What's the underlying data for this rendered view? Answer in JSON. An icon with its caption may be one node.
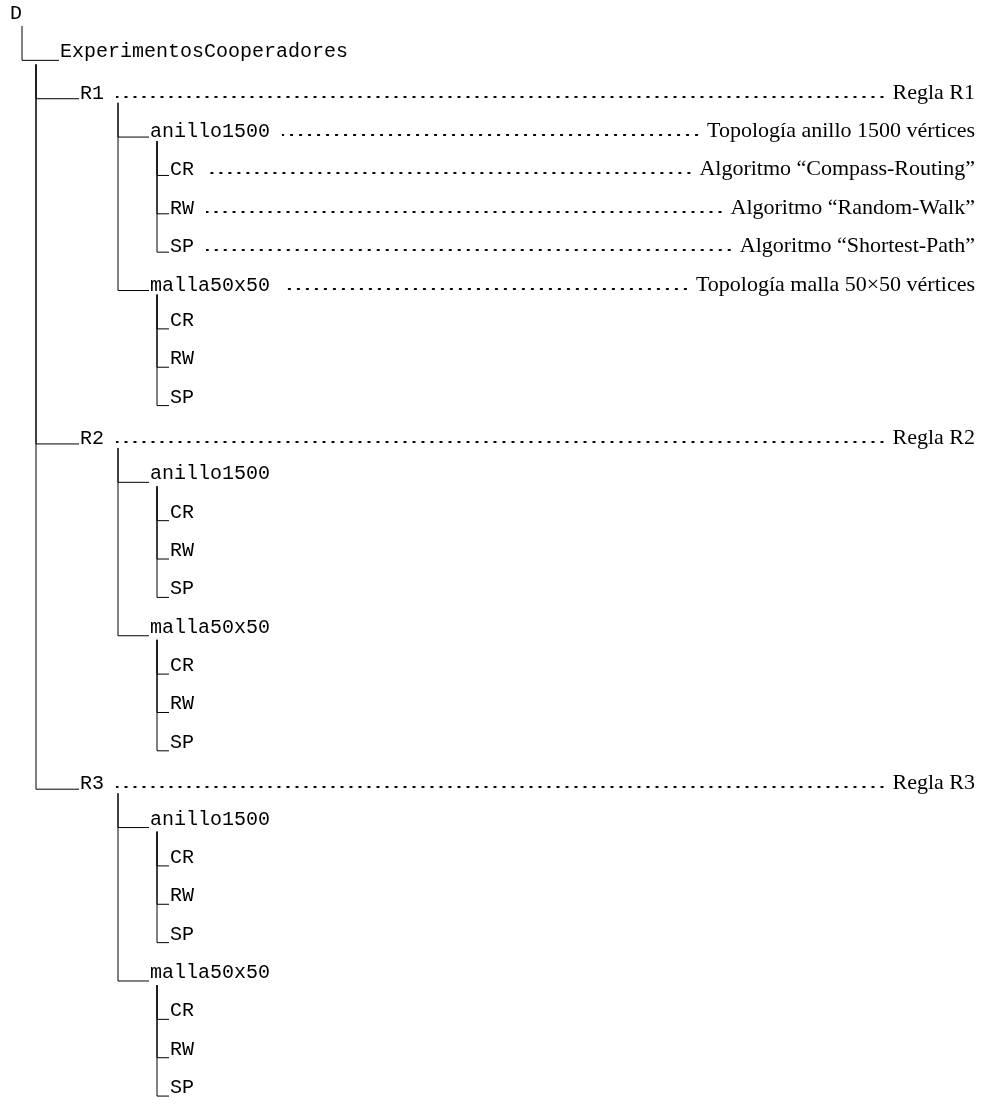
{
  "diagram": {
    "nodes": [
      {
        "text": [
          "D"
        ]
      },
      {
        "text": [
          "ExperimentosCooperadores"
        ]
      },
      {
        "text": [
          "R1",
          "Regla R1"
        ]
      },
      {
        "text": [
          "anillo1500",
          "Topología anillo 1500 vértices"
        ]
      },
      {
        "text": [
          "CR",
          "Algoritmo “Compass-Routing”"
        ]
      },
      {
        "text": [
          "RW",
          "Algoritmo “Random-Walk”"
        ]
      },
      {
        "text": [
          "SP",
          "Algoritmo “Shortest-Path”"
        ]
      },
      {
        "text": [
          "malla50x50",
          "Topología malla 50×50 vértices"
        ]
      },
      {
        "text": [
          "CR"
        ]
      },
      {
        "text": [
          "RW"
        ]
      },
      {
        "text": [
          "SP"
        ]
      },
      {
        "text": [
          "R2",
          "Regla R2"
        ]
      },
      {
        "text": [
          "anillo1500"
        ]
      },
      {
        "text": [
          "CR"
        ]
      },
      {
        "text": [
          "RW"
        ]
      },
      {
        "text": [
          "SP"
        ]
      },
      {
        "text": [
          "malla50x50"
        ]
      },
      {
        "text": [
          "CR"
        ]
      },
      {
        "text": [
          "RW"
        ]
      },
      {
        "text": [
          "SP"
        ]
      },
      {
        "text": [
          "R3",
          "Regla R3"
        ]
      },
      {
        "text": [
          "anillo1500"
        ]
      },
      {
        "text": [
          "CR"
        ]
      },
      {
        "text": [
          "RW"
        ]
      },
      {
        "text": [
          "SP"
        ]
      },
      {
        "text": [
          "malla50x50"
        ]
      },
      {
        "text": [
          "CR"
        ]
      },
      {
        "text": [
          "RW"
        ]
      },
      {
        "text": [
          "SP"
        ]
      }
    ],
    "edges": [
      {
        "from": 0,
        "to": 1,
        "arrow": "none"
      },
      {
        "from": 1,
        "to": 2,
        "arrow": "none"
      },
      {
        "from": 2,
        "to": 3,
        "arrow": "none"
      },
      {
        "from": 3,
        "to": 4,
        "arrow": "none"
      },
      {
        "from": 3,
        "to": 5,
        "arrow": "none"
      },
      {
        "from": 3,
        "to": 6,
        "arrow": "none"
      },
      {
        "from": 2,
        "to": 7,
        "arrow": "none"
      },
      {
        "from": 7,
        "to": 8,
        "arrow": "none"
      },
      {
        "from": 7,
        "to": 9,
        "arrow": "none"
      },
      {
        "from": 7,
        "to": 10,
        "arrow": "none"
      },
      {
        "from": 1,
        "to": 11,
        "arrow": "none"
      },
      {
        "from": 11,
        "to": 12,
        "arrow": "none"
      },
      {
        "from": 12,
        "to": 13,
        "arrow": "none"
      },
      {
        "from": 12,
        "to": 14,
        "arrow": "none"
      },
      {
        "from": 12,
        "to": 15,
        "arrow": "none"
      },
      {
        "from": 11,
        "to": 16,
        "arrow": "none"
      },
      {
        "from": 16,
        "to": 17,
        "arrow": "none"
      },
      {
        "from": 16,
        "to": 18,
        "arrow": "none"
      },
      {
        "from": 16,
        "to": 19,
        "arrow": "none"
      },
      {
        "from": 1,
        "to": 20,
        "arrow": "none"
      },
      {
        "from": 20,
        "to": 21,
        "arrow": "none"
      },
      {
        "from": 21,
        "to": 22,
        "arrow": "none"
      },
      {
        "from": 21,
        "to": 23,
        "arrow": "none"
      },
      {
        "from": 21,
        "to": 24,
        "arrow": "none"
      },
      {
        "from": 20,
        "to": 25,
        "arrow": "none"
      },
      {
        "from": 25,
        "to": 26,
        "arrow": "none"
      },
      {
        "from": 25,
        "to": 27,
        "arrow": "none"
      },
      {
        "from": 25,
        "to": 28,
        "arrow": "none"
      }
    ]
  }
}
